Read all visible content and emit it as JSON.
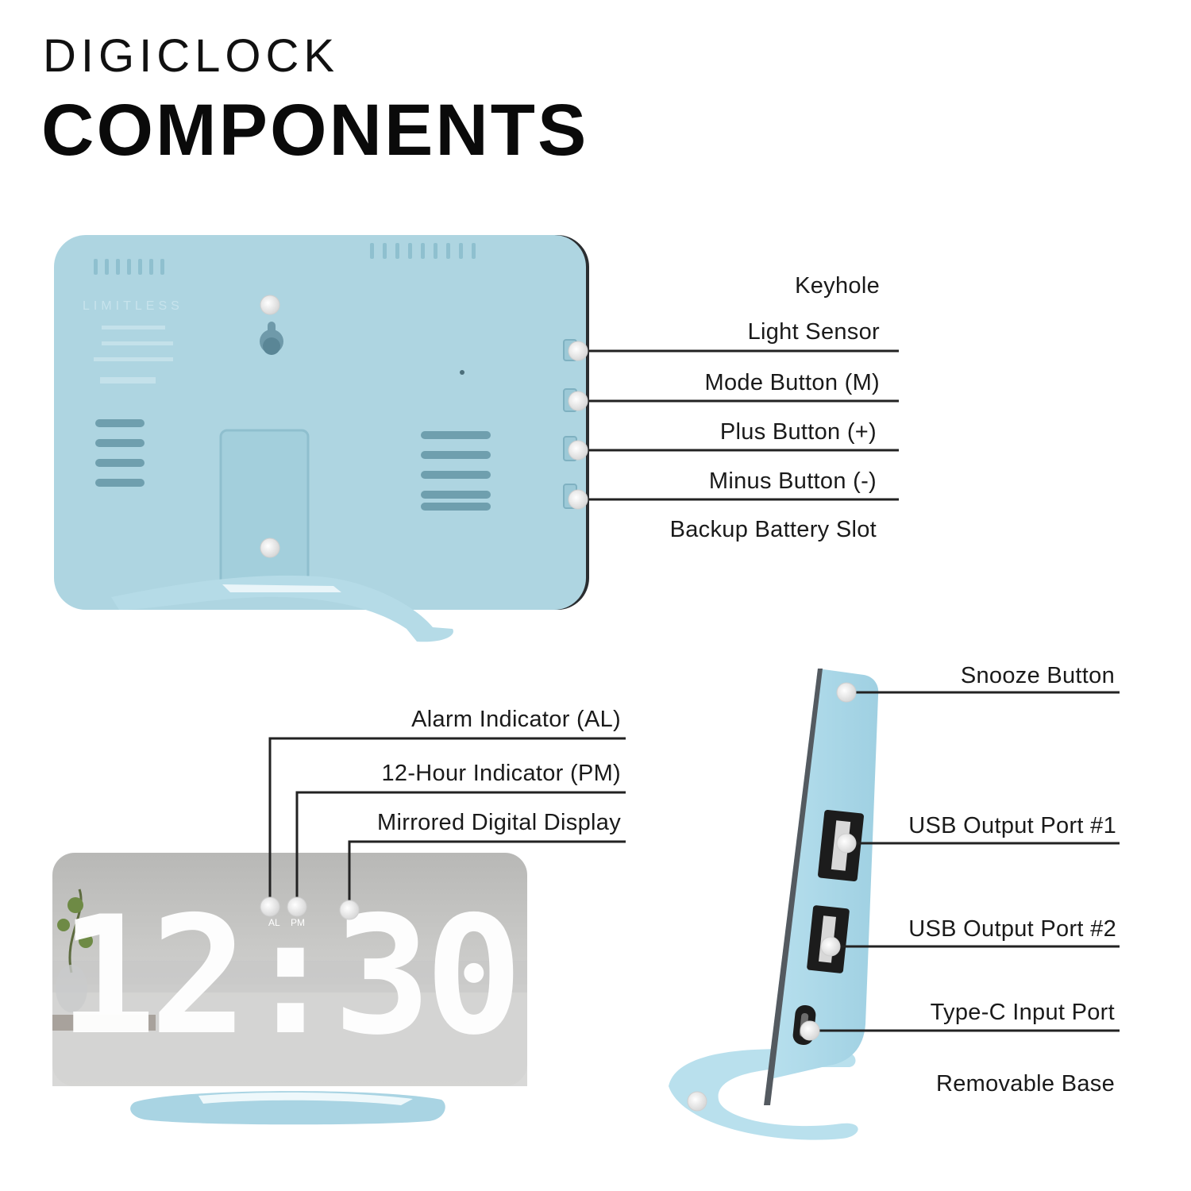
{
  "title": {
    "line1": "DIGICLOCK",
    "line2": "COMPONENTS"
  },
  "back_view": {
    "brand_mark": "LIMITLESS",
    "labels": [
      "Keyhole",
      "Light Sensor",
      "Mode Button (M)",
      "Plus Button (+)",
      "Minus Button (-)",
      "Backup Battery Slot"
    ]
  },
  "front_view": {
    "display_time": "12:30",
    "indicator_al": "AL",
    "indicator_pm": "PM",
    "labels": [
      "Alarm Indicator (AL)",
      "12-Hour Indicator (PM)",
      "Mirrored Digital Display"
    ]
  },
  "side_view": {
    "labels": [
      "Snooze Button",
      "USB Output Port #1",
      "USB Output Port #2",
      "Type-C Input Port",
      "Removable Base"
    ]
  },
  "colors": {
    "body": "#aed5e1",
    "body_dark": "#8fc0cf",
    "line": "#111111",
    "dot": "#f2f2f2"
  }
}
